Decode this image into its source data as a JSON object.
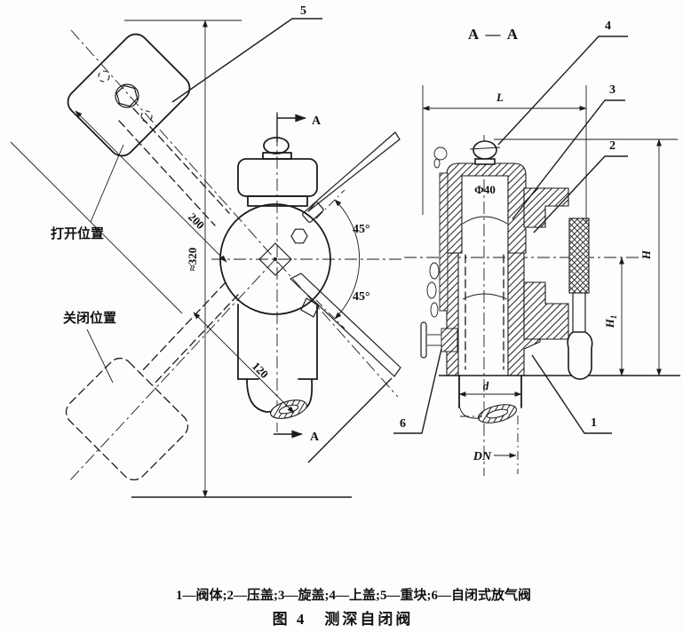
{
  "figure": {
    "kind": "engineering-drawing",
    "colors": {
      "ink": "#1c1c1c",
      "paper": "#fdfdfb"
    }
  },
  "front": {
    "open_position": "打开位置",
    "closed_position": "关闭位置",
    "dim_320": "≈320",
    "dim_200": "200",
    "dim_120": "120",
    "angle_upper": "45°",
    "angle_lower": "45°",
    "section_top": "A",
    "section_bottom": "A",
    "part_5": "5"
  },
  "section": {
    "title": "A — A",
    "dim_L": "L",
    "dim_H": "H",
    "dim_H1_letter": "H",
    "dim_H1_sub": "1",
    "dim_d": "d",
    "dim_DN": "DN",
    "bore": "Φ40",
    "part_1": "1",
    "part_2": "2",
    "part_3": "3",
    "part_4": "4",
    "part_6": "6"
  },
  "caption": {
    "parts_list": "1—阀体;2—压盖;3—旋盖;4—上盖;5—重块;6—自闭式放气阀",
    "figure_title": "图 4　测深自闭阀"
  }
}
